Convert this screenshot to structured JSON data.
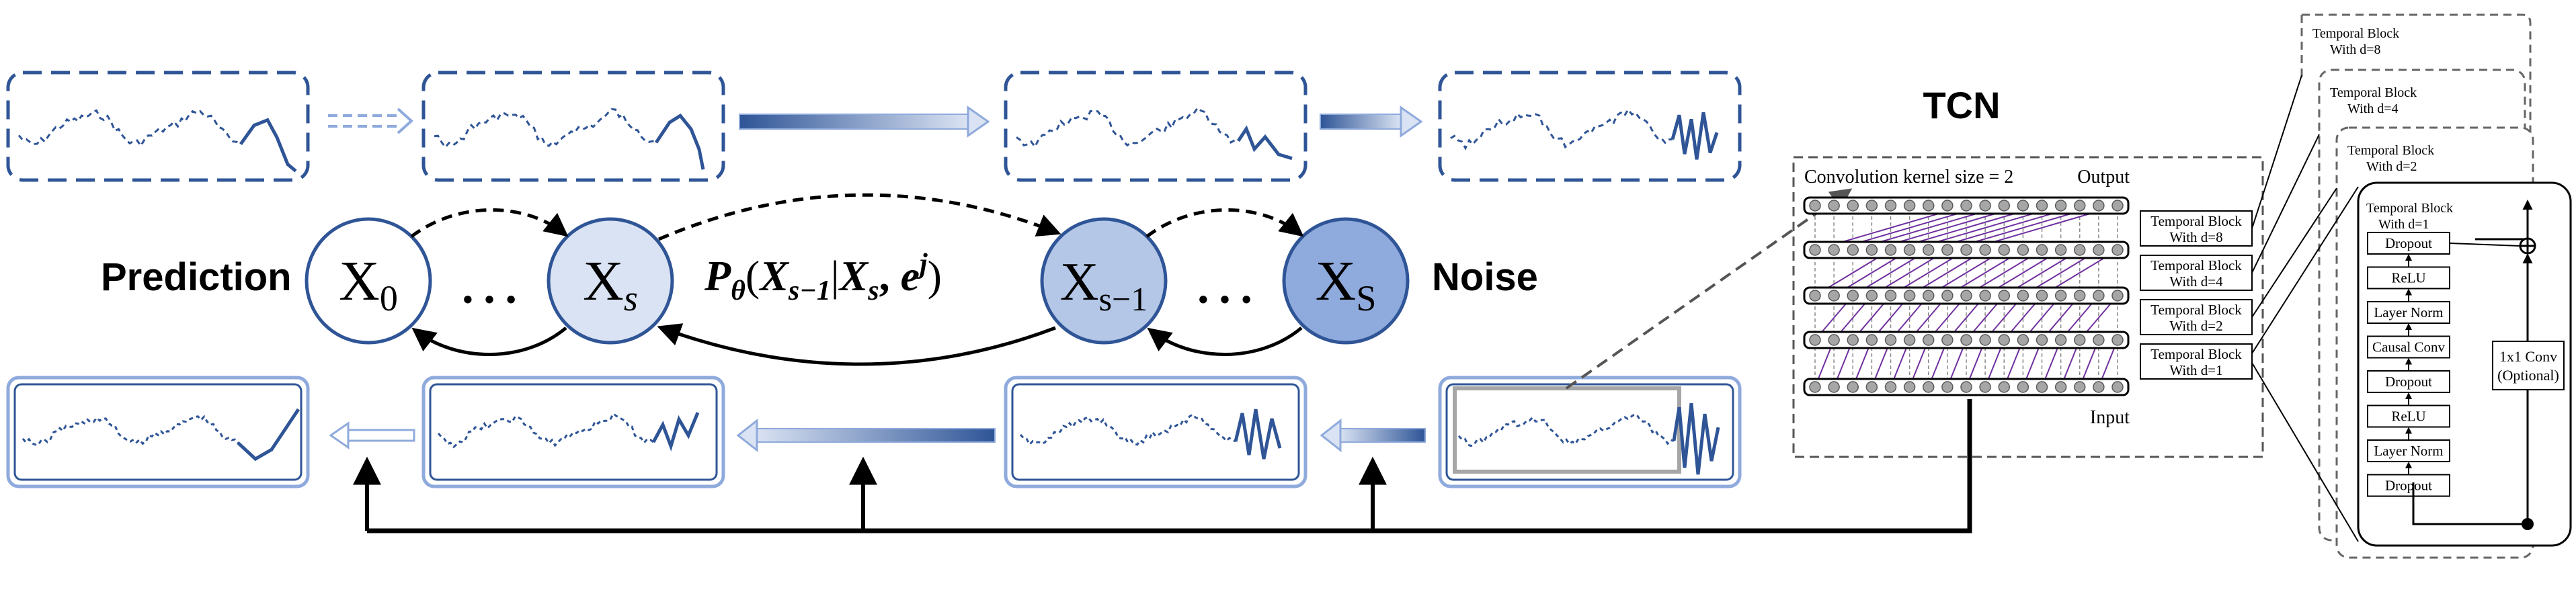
{
  "diffusion": {
    "label_prediction": "Prediction",
    "label_noise": "Noise",
    "node_x0": "X",
    "node_x0_sub": "0",
    "node_xs": "X",
    "node_xs_sub": "s",
    "node_xs1": "X",
    "node_xs1_sub": "s−1",
    "node_xS": "X",
    "node_xS_sub": "S",
    "ellipsis": "…",
    "transition_formula": {
      "p": "P",
      "theta": "θ",
      "open": "(",
      "x": "X",
      "sub_s1": "s−1",
      "bar": "|",
      "x2": "X",
      "sub_s": "s",
      "comma": ", ",
      "e": "e",
      "sup_j": "j",
      "close": ")"
    },
    "colors": {
      "node_x0": "#ffffff",
      "node_xs": "#dae3f3",
      "node_xs1": "#b4c7e7",
      "node_xS": "#8faadc",
      "node_stroke": "#2f5597",
      "series": "#2f5597"
    }
  },
  "tcn": {
    "title": "TCN",
    "kernel_label": "Convolution kernel size = 2",
    "output_label": "Output",
    "input_label": "Input",
    "block_labels": [
      {
        "line1": "Temporal Block",
        "line2": "With d=8"
      },
      {
        "line1": "Temporal Block",
        "line2": "With d=4"
      },
      {
        "line1": "Temporal Block",
        "line2": "With d=2"
      },
      {
        "line1": "Temporal Block",
        "line2": "With d=1"
      }
    ]
  },
  "block_detail": {
    "stack_labels": [
      {
        "line1": "Temporal Block",
        "line2": "With d=8"
      },
      {
        "line1": "Temporal Block",
        "line2": "With d=4"
      },
      {
        "line1": "Temporal Block",
        "line2": "With d=2"
      },
      {
        "line1": "Temporal Block",
        "line2": "With d=1"
      }
    ],
    "layers": [
      "Dropout",
      "ReLU",
      "Layer Norm",
      "Causal Conv",
      "Dropout",
      "ReLU",
      "Layer Norm",
      "Dropout"
    ],
    "conv1x1": {
      "line1": "1x1 Conv",
      "line2": "(Optional)"
    },
    "plus_symbol": "⊕"
  }
}
